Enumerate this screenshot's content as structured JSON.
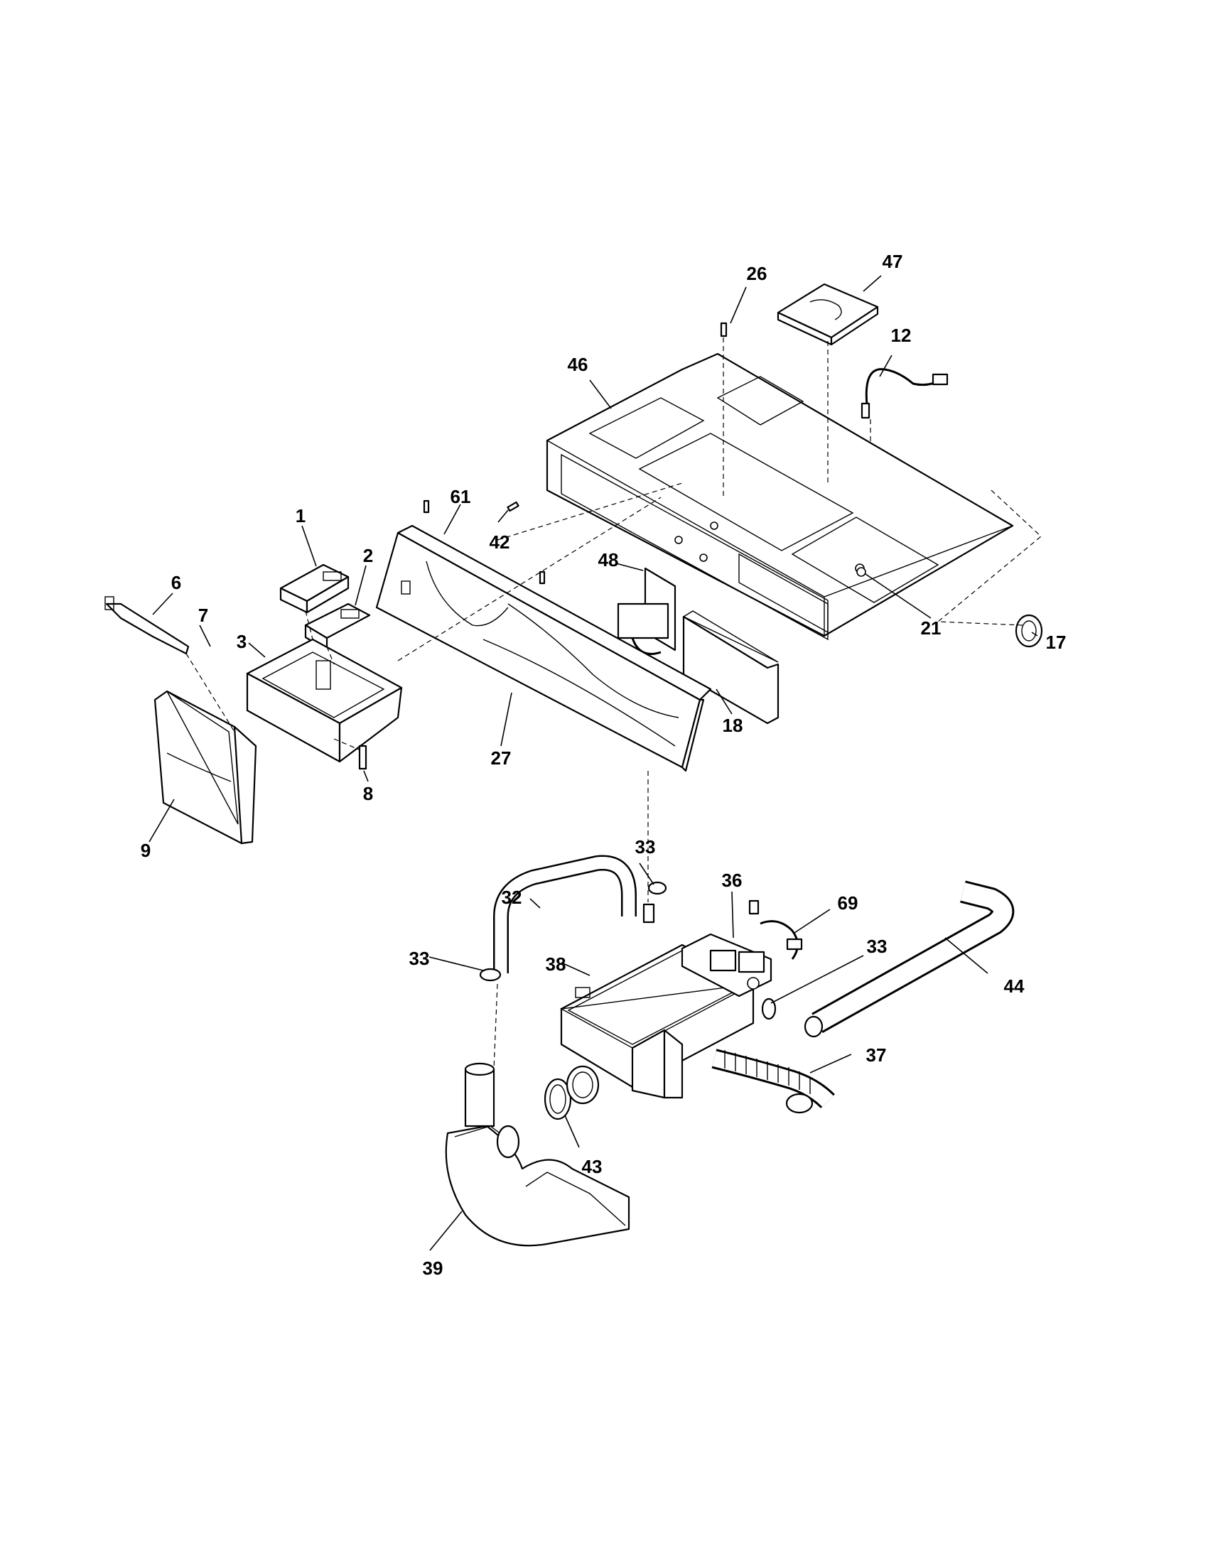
{
  "callouts": {
    "c1": "1",
    "c2": "2",
    "c3": "3",
    "c6": "6",
    "c7": "7",
    "c8": "8",
    "c9": "9",
    "c12": "12",
    "c17": "17",
    "c18": "18",
    "c21": "21",
    "c26": "26",
    "c27": "27",
    "c32": "32",
    "c33a": "33",
    "c33b": "33",
    "c33c": "33",
    "c36": "36",
    "c37": "37",
    "c38": "38",
    "c39": "39",
    "c42": "42",
    "c43": "43",
    "c44": "44",
    "c46": "46",
    "c47": "47",
    "c48": "48",
    "c61": "61",
    "c69": "69"
  }
}
